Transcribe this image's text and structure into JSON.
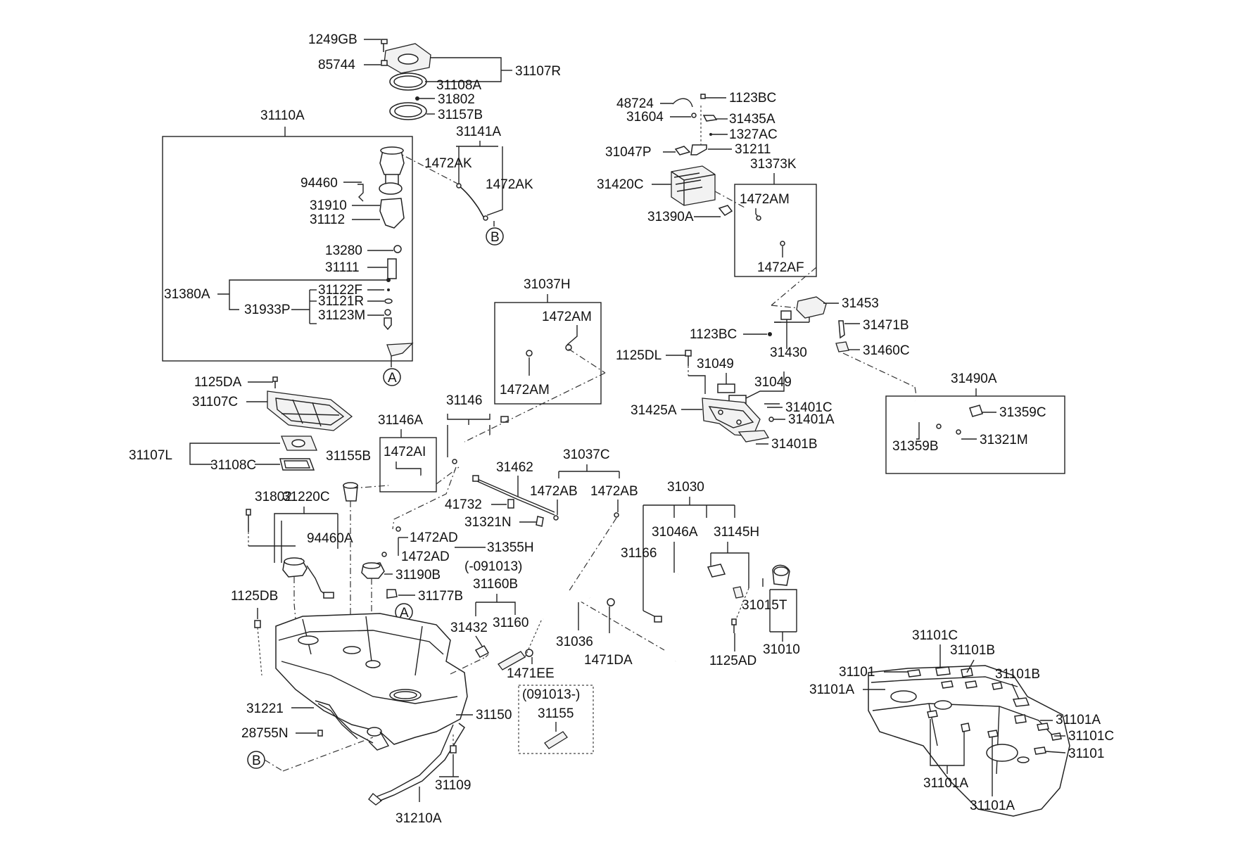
{
  "labels": {
    "l1249GB": "1249GB",
    "l85744": "85744",
    "l31107R": "31107R",
    "l31108A": "31108A",
    "l31802a": "31802",
    "l31157B": "31157B",
    "l31141A": "31141A",
    "l31110A": "31110A",
    "l1472AKa": "1472AK",
    "l1472AKb": "1472AK",
    "l94460": "94460",
    "l31910": "31910",
    "l31112": "31112",
    "l13280": "13280",
    "l31111": "31111",
    "l31380A": "31380A",
    "l31122F": "31122F",
    "l31933P": "31933P",
    "l31121R": "31121R",
    "l31123M": "31123M",
    "l48724": "48724",
    "l1123BCa": "1123BC",
    "l31604": "31604",
    "l31435A": "31435A",
    "l1327AC": "1327AC",
    "l31047P": "31047P",
    "l31211": "31211",
    "l31373K": "31373K",
    "l31420C": "31420C",
    "l1472AMa": "1472AM",
    "l31390A": "31390A",
    "l1472AF": "1472AF",
    "l31037H": "31037H",
    "l1472AMb": "1472AM",
    "l1472AMc": "1472AM",
    "l31453": "31453",
    "l1123BCb": "1123BC",
    "l31471B": "31471B",
    "l31430": "31430",
    "l31460C": "31460C",
    "l1125DL": "1125DL",
    "l31049a": "31049",
    "l31049b": "31049",
    "l31490A": "31490A",
    "l31401C": "31401C",
    "l31425A": "31425A",
    "l31401A": "31401A",
    "l31359C": "31359C",
    "l31401B": "31401B",
    "l31359B": "31359B",
    "l31321M": "31321M",
    "l1125DA": "1125DA",
    "l31107C": "31107C",
    "l31146": "31146",
    "l31146A": "31146A",
    "l1472AI": "1472AI",
    "l31155B": "31155B",
    "l31107L": "31107L",
    "l31108C": "31108C",
    "l31037C": "31037C",
    "l31462": "31462",
    "l1472ABa": "1472AB",
    "l1472ABb": "1472AB",
    "l41732": "41732",
    "l31321N": "31321N",
    "l31802b": "31802",
    "l31220C": "31220C",
    "l94460A": "94460A",
    "l1472ADa": "1472AD",
    "l31355H": "31355H",
    "l1472ADb": "1472AD",
    "l091013a": "(-091013)",
    "l31190B": "31190B",
    "l31160B": "31160B",
    "l1125DB": "1125DB",
    "l31177B": "31177B",
    "l31432": "31432",
    "l31160": "31160",
    "l31030": "31030",
    "l31046A": "31046A",
    "l31145H": "31145H",
    "l31166": "31166",
    "l31015T": "31015T",
    "l31036": "31036",
    "l1471DA": "1471DA",
    "l31010": "31010",
    "l1471EE": "1471EE",
    "l1125AD": "1125AD",
    "l091013b": "(091013-)",
    "l31155": "31155",
    "l31221": "31221",
    "l31150": "31150",
    "l28755N": "28755N",
    "l31109": "31109",
    "l31210A": "31210A",
    "l31101C": "31101C",
    "l31101Ba": "31101B",
    "l31101": "31101",
    "l31101Bb": "31101B",
    "l31101Aa": "31101A",
    "l31101Ab": "31101A",
    "l31101Cb": "31101C",
    "l31101b": "31101",
    "l31101Ac": "31101A",
    "l31101Ad": "31101A"
  },
  "callouts": {
    "A1": "A",
    "A2": "A",
    "B1": "B",
    "B2": "B"
  }
}
